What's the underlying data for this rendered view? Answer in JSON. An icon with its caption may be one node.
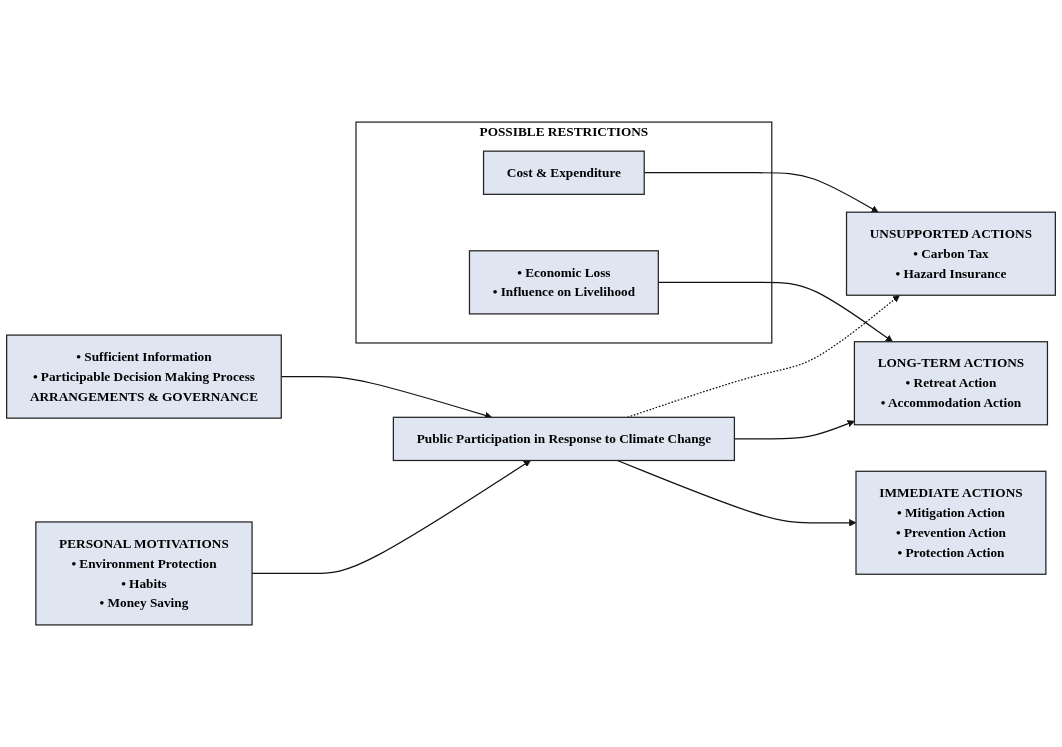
{
  "diagram": {
    "nodes": [
      {
        "text": [
          "PERSONAL MOTIVATIONS",
          "• Environment Protection",
          "• Habits",
          "• Money Saving"
        ]
      },
      {
        "text": [
          "Public Participation in Response to Climate Change"
        ]
      },
      {
        "text": [
          "• Sufficient Information",
          "• Participable Decision Making Process",
          "ARRANGEMENTS & GOVERNANCE"
        ]
      },
      {
        "text": [
          "IMMEDIATE ACTIONS",
          "• Mitigation Action",
          "• Prevention Action",
          "• Protection Action"
        ]
      },
      {
        "text": [
          "LONG-TERM ACTIONS",
          "• Retreat Action",
          "• Accommodation Action"
        ]
      },
      {
        "text": [
          "UNSUPPORTED ACTIONS",
          "• Carbon Tax",
          "• Hazard Insurance"
        ]
      },
      {
        "text": [
          "POSSIBLE RESTRICTIONS"
        ]
      },
      {
        "text": [
          "• Economic Loss",
          "• Influence on Livelihood"
        ],
        "in": 6
      },
      {
        "text": [
          "Cost & Expenditure"
        ],
        "in": 6
      }
    ],
    "edges": [
      {
        "from": 0,
        "to": 1,
        "arrow": "to"
      },
      {
        "from": 2,
        "to": 1,
        "arrow": "to"
      },
      {
        "from": 1,
        "to": 3,
        "arrow": "to"
      },
      {
        "from": 1,
        "to": 4,
        "arrow": "to"
      },
      {
        "from": 1,
        "to": 5,
        "arrow": "to",
        "style": "dashed"
      },
      {
        "from": 7,
        "to": 4,
        "arrow": "to"
      },
      {
        "from": 8,
        "to": 5,
        "arrow": "to"
      }
    ]
  }
}
